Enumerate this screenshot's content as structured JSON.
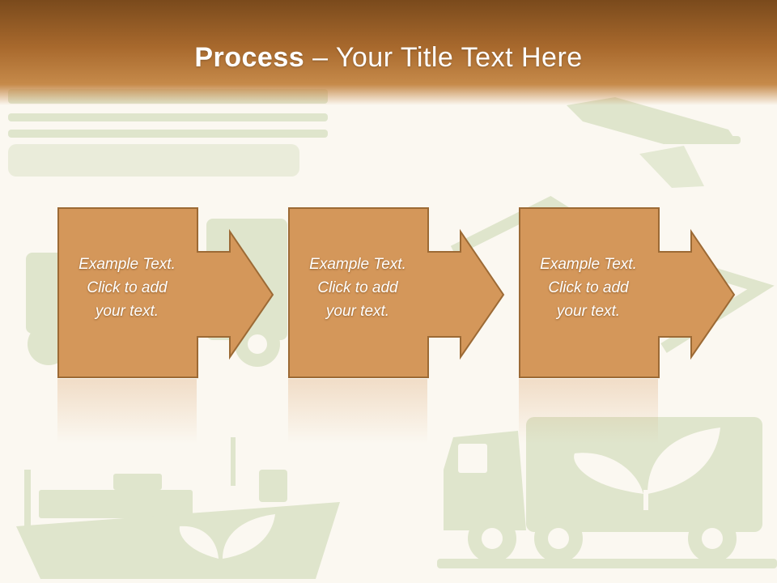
{
  "slide": {
    "title_bold": "Process",
    "title_sep": " – ",
    "title_rest": "Your Title Text Here"
  },
  "steps": [
    {
      "text": "Example Text.\nClick  to add\nyour text."
    },
    {
      "text": "Example Text.\nClick  to add\nyour text."
    },
    {
      "text": "Example Text.\nClick  to add\nyour text."
    }
  ],
  "colors": {
    "header_dark": "#7a4a1c",
    "header_light": "#c68a4a",
    "box_fill": "#d4975a",
    "box_stroke": "#9c6a35",
    "background": "#fbf8f1",
    "art_green": "#dfe5cc"
  },
  "icons": [
    "road-icon",
    "airplane-icon",
    "truck-icon",
    "leaf-icon",
    "ship-icon",
    "recycle-arrow-icon"
  ]
}
